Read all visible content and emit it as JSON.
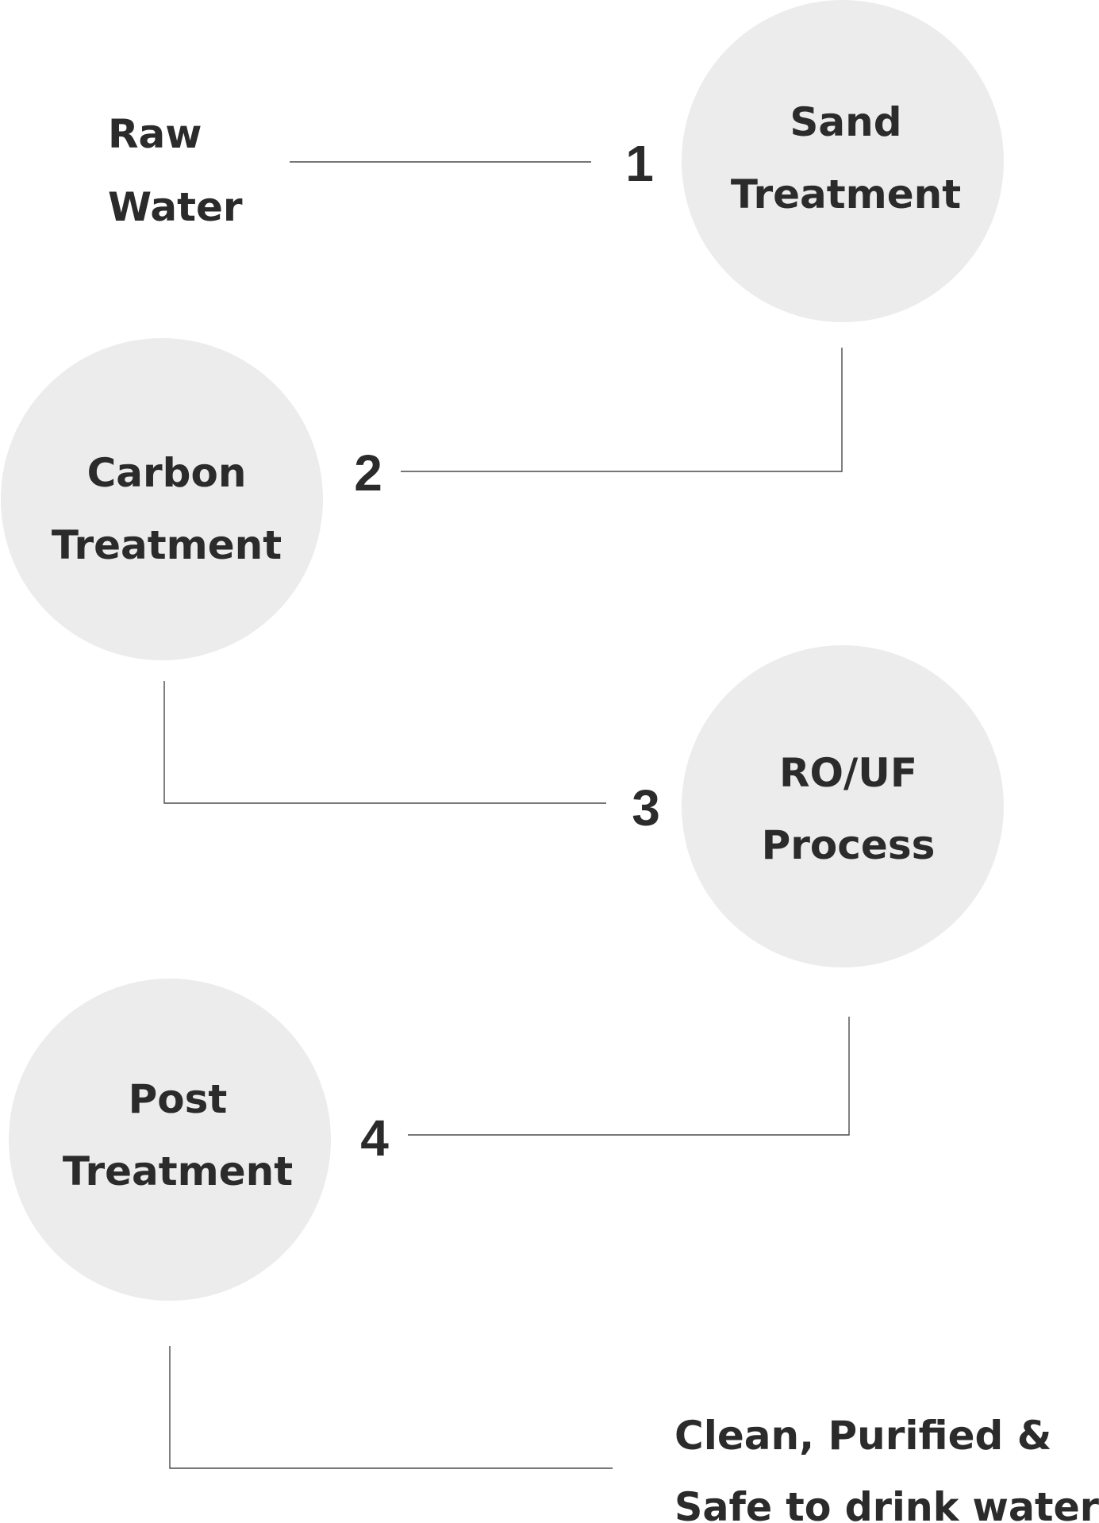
{
  "colors": {
    "circle_fill": "#ebeceb",
    "text": "#2b2b2b",
    "line": "#4a4a4a"
  },
  "source": {
    "line1": "Raw",
    "line2": "Water"
  },
  "stages": [
    {
      "step": "1",
      "line1": "Sand",
      "line2": "Treatment"
    },
    {
      "step": "2",
      "line1": "Carbon",
      "line2": "Treatment"
    },
    {
      "step": "3",
      "line1": "RO/UF",
      "line2": "Process"
    },
    {
      "step": "4",
      "line1": "Post",
      "line2": "Treatment"
    }
  ],
  "result": {
    "line1": "Clean, Purified &",
    "line2": "Safe to drink water"
  }
}
